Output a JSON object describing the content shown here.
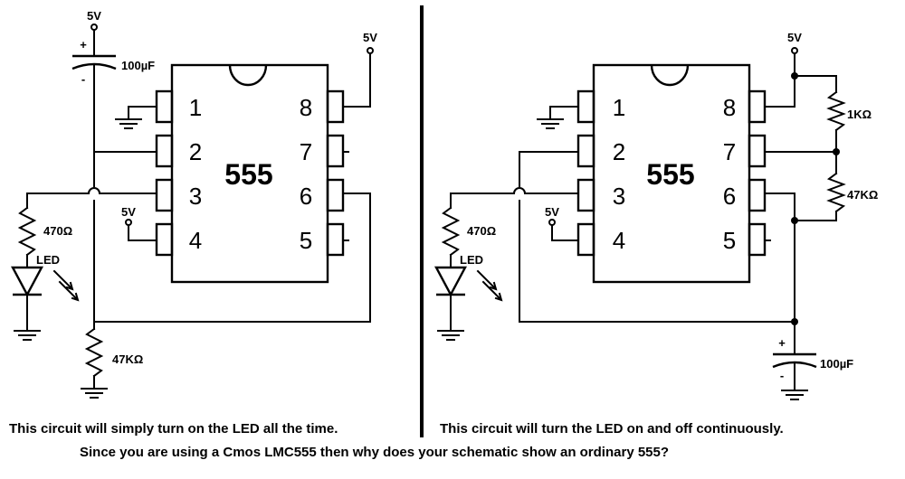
{
  "left_circuit": {
    "ic_label": "555",
    "pins": [
      "1",
      "2",
      "3",
      "4",
      "5",
      "6",
      "7",
      "8"
    ],
    "vcc_top": "5V",
    "vcc_pin8": "5V",
    "vcc_pin4": "5V",
    "cap_label": "100µF",
    "cap_plus": "+",
    "cap_minus": "-",
    "r_led_label": "470Ω",
    "led_label": "LED",
    "r_bottom_label": "47KΩ",
    "caption": "This circuit will simply turn on the LED all the time."
  },
  "right_circuit": {
    "ic_label": "555",
    "pins": [
      "1",
      "2",
      "3",
      "4",
      "5",
      "6",
      "7",
      "8"
    ],
    "vcc_top": "5V",
    "vcc_pin4": "5V",
    "r1_label": "1KΩ",
    "r2_label": "47KΩ",
    "r_led_label": "470Ω",
    "led_label": "LED",
    "cap_label": "100µF",
    "cap_plus": "+",
    "cap_minus": "-",
    "caption": "This circuit will turn the LED on and off continuously."
  },
  "footer_question": "Since you are using a Cmos LMC555 then why does your schematic show an ordinary 555?"
}
